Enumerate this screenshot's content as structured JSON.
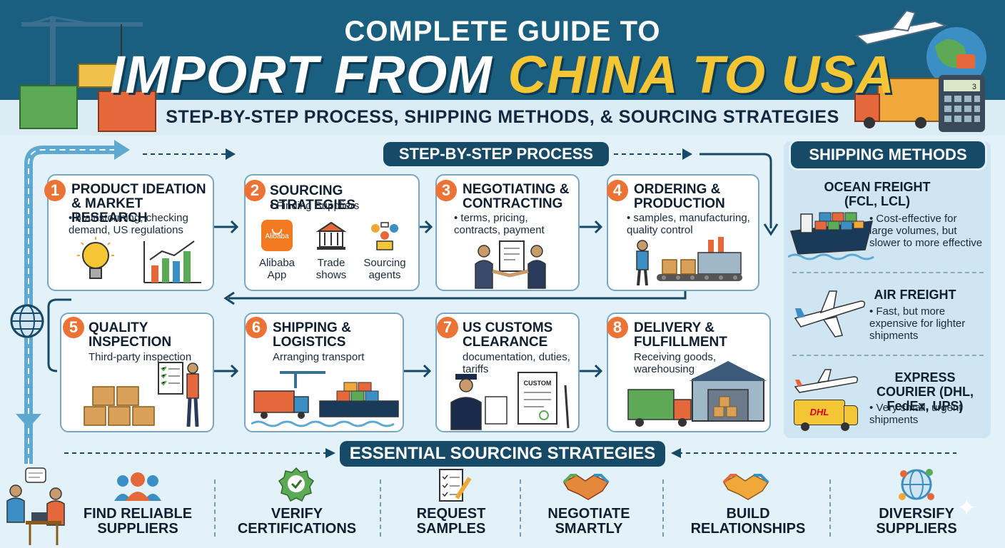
{
  "header": {
    "title_line1": "COMPLETE GUIDE TO",
    "title_line2_a": "IMPORT FROM ",
    "title_line2_b": "CHINA TO USA",
    "subtitle": "STEP-BY-STEP PROCESS, SHIPPING METHODS, & SOURCING STRATEGIES"
  },
  "process": {
    "label": "STEP-BY-STEP PROCESS",
    "steps": [
      {
        "num": "1",
        "title": "PRODUCT IDEATION & MARKET RESEARCH",
        "desc": "• brainstorming, checking demand, US regulations"
      },
      {
        "num": "2",
        "title": "SOURCING STRATEGIES",
        "desc": "• Finding Suppliers",
        "items": [
          "Alibaba App",
          "Trade shows",
          "Sourcing agents"
        ],
        "logo": "Alibaba"
      },
      {
        "num": "3",
        "title": "NEGOTIATING & CONTRACTING",
        "desc": "• terms, pricing, contracts, payment"
      },
      {
        "num": "4",
        "title": "ORDERING & PRODUCTION",
        "desc": "• samples, manufacturing, quality control"
      },
      {
        "num": "5",
        "title": "QUALITY INSPECTION",
        "desc": "Third-party inspection"
      },
      {
        "num": "6",
        "title": "SHIPPING & LOGISTICS",
        "desc": "Arranging transport"
      },
      {
        "num": "7",
        "title": "US CUSTOMS CLEARANCE",
        "desc": "documentation, duties, tariffs",
        "doc_label": "CUSTOM"
      },
      {
        "num": "8",
        "title": "DELIVERY & FULFILLMENT",
        "desc": "Receiving goods, warehousing"
      }
    ]
  },
  "shipping": {
    "label": "SHIPPING METHODS",
    "methods": [
      {
        "title": "OCEAN FREIGHT (FCL, LCL)",
        "desc": "• Cost-effective for large volumes, but slower to more effective"
      },
      {
        "title": "AIR FREIGHT",
        "desc": "• Fast, but more expensive for lighter shipments"
      },
      {
        "title": "EXPRESS COURIER (DHL, FedEx, UPS)",
        "desc": "• Very small, urgent shipments",
        "truck_label": "DHL"
      }
    ]
  },
  "strategies": {
    "label": "ESSENTIAL SOURCING STRATEGIES",
    "items": [
      {
        "label": "FIND RELIABLE SUPPLIERS",
        "icon": "people-group-icon"
      },
      {
        "label": "VERIFY CERTIFICATIONS",
        "icon": "certificate-badge-icon"
      },
      {
        "label": "REQUEST SAMPLES",
        "icon": "checklist-pencil-icon"
      },
      {
        "label": "NEGOTIATE SMARTLY",
        "icon": "handshake-icon"
      },
      {
        "label": "BUILD RELATIONSHIPS",
        "icon": "handshake-icon"
      },
      {
        "label": "DIVERSIFY SUPPLIERS",
        "icon": "globe-network-icon"
      }
    ]
  },
  "calculator_display": "3",
  "colors": {
    "primary": "#1a5f7f",
    "accent": "#f4c534",
    "badge": "#ec7336",
    "pill": "#164a66"
  }
}
